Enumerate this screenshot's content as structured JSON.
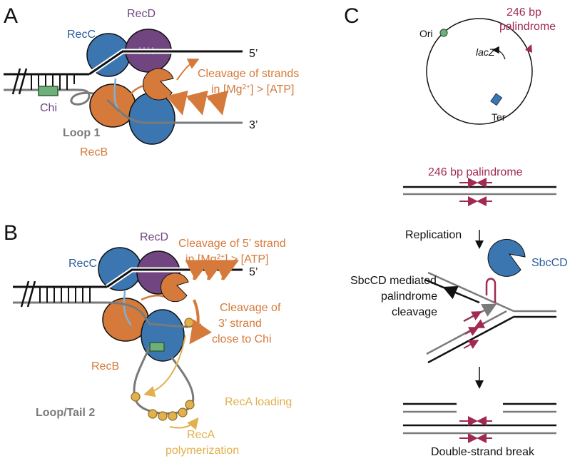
{
  "colors": {
    "black": "#111111",
    "gray": "#7a7a7a",
    "blue": "#3b76b0",
    "purple": "#71457f",
    "orange": "#d57a3a",
    "gold": "#e2b04e",
    "green": "#6db07a",
    "maroon": "#a12a55",
    "lightblue": "#7fb0d8"
  },
  "panelA": {
    "letter": "A",
    "recD": "RecD",
    "recC": "RecC",
    "recB": "RecB",
    "chi": "Chi",
    "loop": "Loop 1",
    "five": "5’",
    "three": "3’",
    "cleavage_line1": "Cleavage of strands",
    "cleavage_line2_pre": "in [Mg",
    "cleavage_line2_sup": "2+",
    "cleavage_line2_post": "] > [ATP]"
  },
  "panelB": {
    "letter": "B",
    "recD": "RecD",
    "recC": "RecC",
    "recB": "RecB",
    "loop": "Loop/Tail 2",
    "five": "5’",
    "cleave5_line1": "Cleavage of 5’ strand",
    "cleave5_line2_pre": "in [Mg",
    "cleave5_line2_sup": "2+",
    "cleave5_line2_post": "] > [ATP]",
    "cleave3_line1": "Cleavage of",
    "cleave3_line2": "3’ strand",
    "cleave3_line3": "close to Chi",
    "recA_loading": "RecA loading",
    "recA_poly_line1": "RecA",
    "recA_poly_line2": "polymerization"
  },
  "panelC": {
    "letter": "C",
    "ori": "Ori",
    "ter": "Ter",
    "lacZ": "lacZ",
    "pal_top_line1": "246 bp",
    "pal_top_line2": "palindrome",
    "pal_label": "246 bp palindrome",
    "replication": "Replication",
    "sbccd": "SbcCD",
    "sbccd_med_line1": "SbcCD mediated",
    "sbccd_med_line2": "palindrome",
    "sbccd_med_line3": "cleavage",
    "dsb": "Double-strand break"
  }
}
